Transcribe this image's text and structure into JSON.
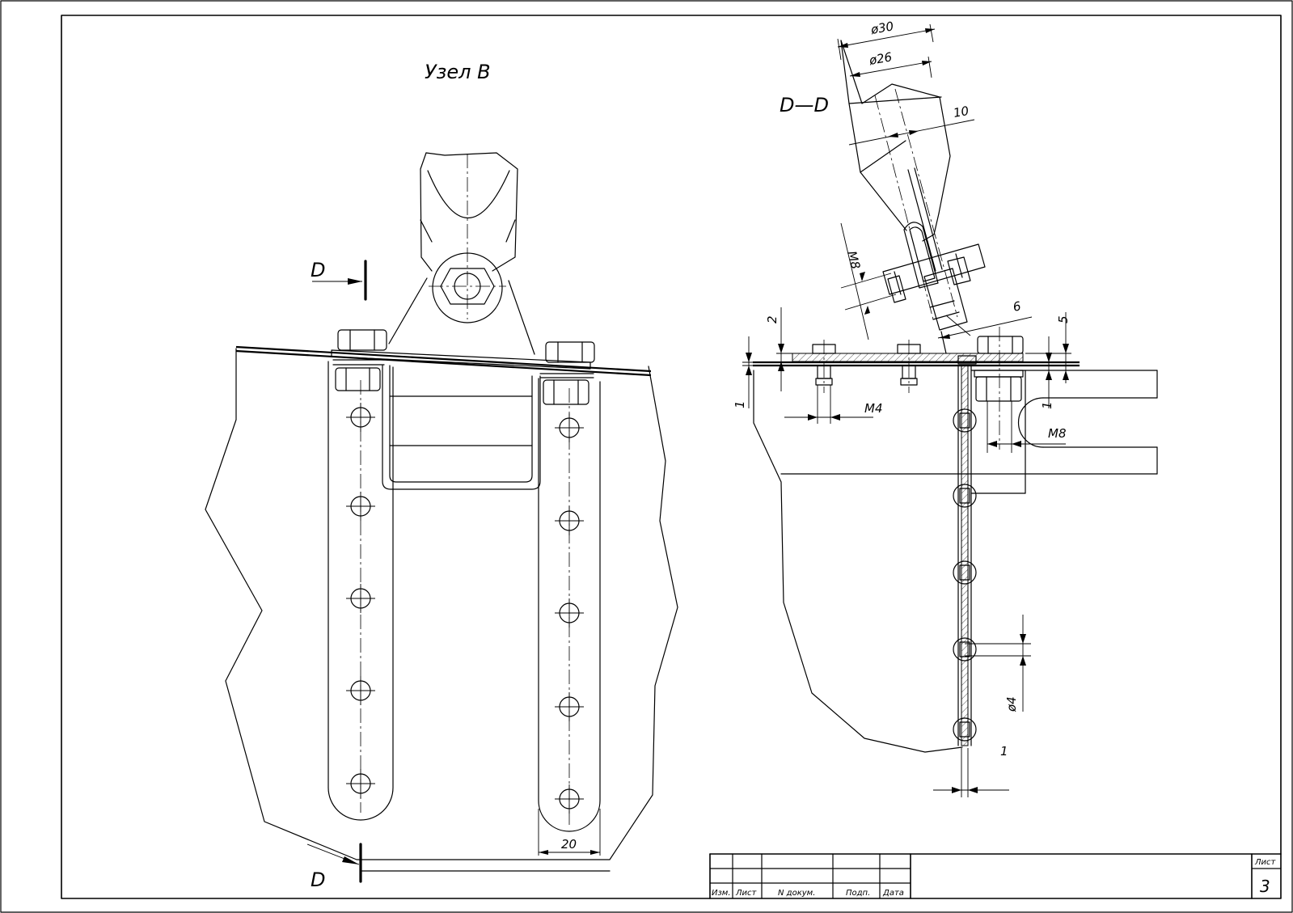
{
  "views": {
    "node_title": "Узел В",
    "section_title": "D—D",
    "section_mark_top": "D",
    "section_mark_bottom": "D"
  },
  "dimensions": {
    "d30": "ø30",
    "d26": "ø26",
    "ten": "10",
    "m8_bolt": "M8",
    "six": "6",
    "two": "2",
    "five": "5",
    "one_left": "1",
    "one_right": "1",
    "m4": "M4",
    "m8_bottom": "M8",
    "d4": "ø4",
    "one_bottom": "1",
    "twenty": "20"
  },
  "title_block": {
    "izm": "Изм.",
    "list": "Лист",
    "ndokum": "N докум.",
    "podp": "Подп.",
    "data": "Дата",
    "sheet_label": "Лист",
    "sheet_number": "3"
  }
}
